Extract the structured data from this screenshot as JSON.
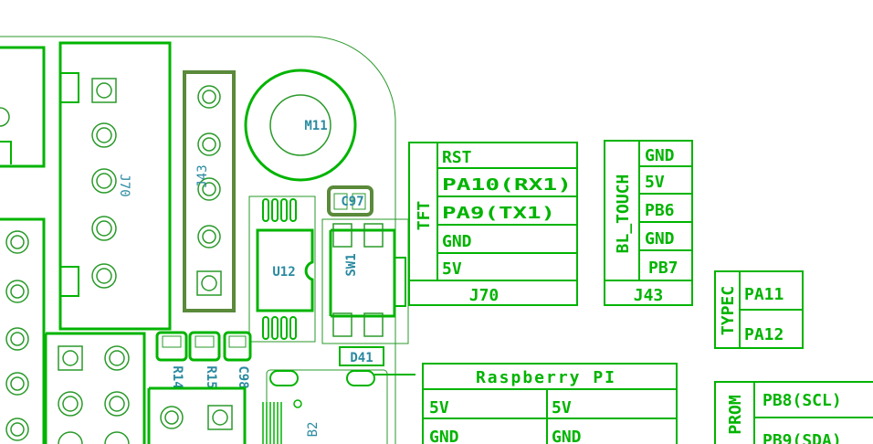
{
  "colors": {
    "silkscreen": "#00b400",
    "outline": "#2a9a2a",
    "copper_ref": "#2a8aa0",
    "connector_dark": "#5a8a3a"
  },
  "references": {
    "m11": "M11",
    "j43": "J43",
    "j70": "J70",
    "c97": "C97",
    "u12": "U12",
    "sw1": "SW1",
    "d41": "D41",
    "r14": "R14",
    "r15": "R15",
    "c98": "C98",
    "b2": "B2"
  },
  "tft_header": {
    "title": "TFT",
    "pins": [
      "RST",
      "PA10(RX1)",
      "PA9(TX1)",
      "GND",
      "5V"
    ],
    "label": "J70"
  },
  "bl_touch_header": {
    "title": "BL_TOUCH",
    "pins": [
      "GND",
      "5V",
      "PB6",
      "GND",
      "PB7"
    ],
    "label": "J43"
  },
  "typec_header": {
    "title": "TYPEC",
    "pins": [
      "PA11",
      "PA12"
    ]
  },
  "raspberry_header": {
    "title": "Raspberry PI",
    "rows": [
      [
        "5V",
        "5V"
      ],
      [
        "GND",
        "GND"
      ]
    ]
  },
  "prom_header": {
    "title": "PROM",
    "pins": [
      "PB8(SCL)",
      "PB9(SDA)"
    ]
  }
}
